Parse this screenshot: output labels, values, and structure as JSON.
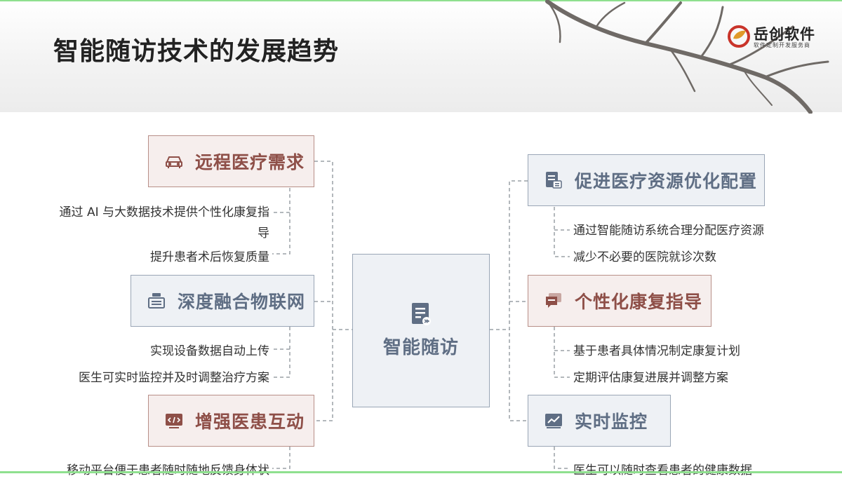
{
  "slide": {
    "title": "智能随访技术的发展趋势"
  },
  "logo": {
    "name": "岳创软件",
    "tagline": "软件定制开发服务商"
  },
  "center": {
    "label": "智能随访",
    "icon": "document-icon"
  },
  "left_branches": [
    {
      "label": "远程医疗需求",
      "icon": "car-icon",
      "items": [
        "通过 AI 与大数据技术提供个性化康复指导",
        "提升患者术后恢复质量"
      ]
    },
    {
      "label": "深度融合物联网",
      "icon": "device-stack-icon",
      "items": [
        "实现设备数据自动上传",
        "医生可实时监控并及时调整治疗方案"
      ]
    },
    {
      "label": "增强医患互动",
      "icon": "code-window-icon",
      "items": [
        "移动平台便于患者随时随地反馈身体状"
      ]
    }
  ],
  "right_branches": [
    {
      "label": "促进医疗资源优化配置",
      "icon": "report-icon",
      "items": [
        "通过智能随访系统合理分配医疗资源",
        "减少不必要的医院就诊次数"
      ]
    },
    {
      "label": "个性化康复指导",
      "icon": "chat-icon",
      "items": [
        "基于患者具体情况制定康复计划",
        "定期评估康复进展并调整方案"
      ]
    },
    {
      "label": "实时监控",
      "icon": "line-chart-icon",
      "items": [
        "医生可以随时查看患者的健康数据"
      ]
    }
  ],
  "colors": {
    "pink_border": "#b88f88",
    "pink_fill": "#f6eeed",
    "pink_text": "#8e4f48",
    "blue_border": "#9aa6b6",
    "blue_fill": "#eef1f5",
    "blue_text": "#5f6e84"
  }
}
